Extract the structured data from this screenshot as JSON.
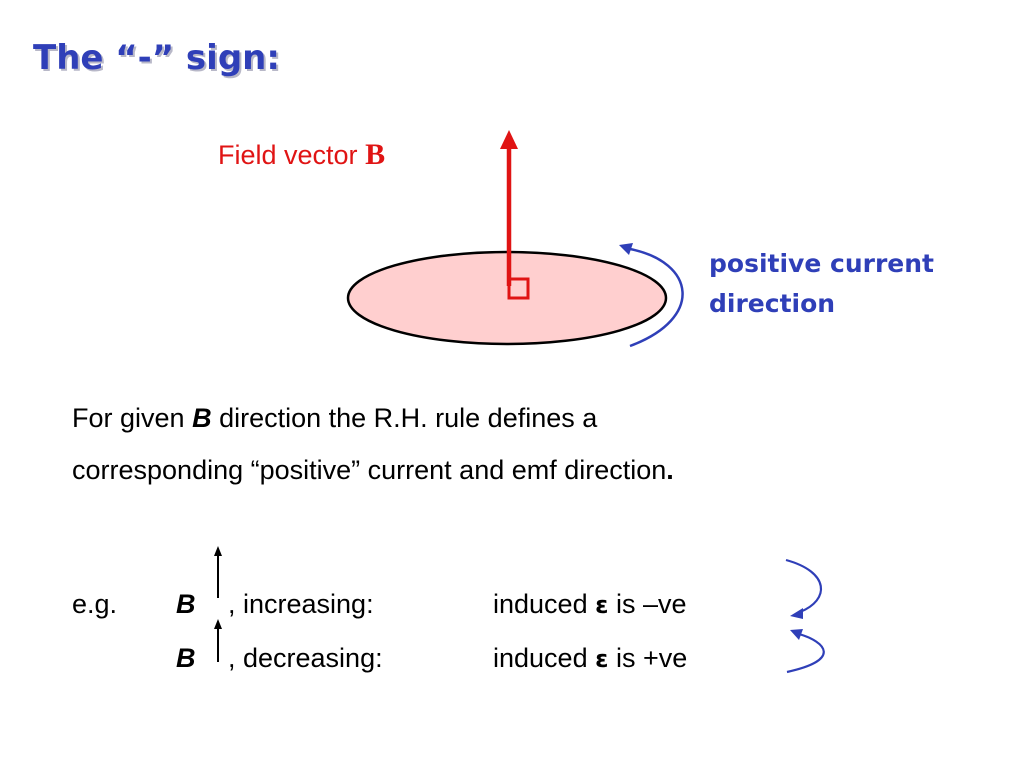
{
  "title": "The “-” sign:",
  "diagram": {
    "field_label_prefix": "Field vector ",
    "field_label_symbol": "B",
    "positive_label_line1": "positive current",
    "positive_label_line2": "direction",
    "colors": {
      "title": "#2f3fb8",
      "field_vector": "#e01414",
      "loop_fill": "#ffcfcf",
      "current_arrow": "#2f3fb8"
    }
  },
  "body": {
    "line1_prefix": "For given ",
    "line1_symbol": "B",
    "line1_suffix": " direction the R.H. rule defines a",
    "line2_text": "corresponding “positive” current and emf direction",
    "line2_end": "."
  },
  "examples": {
    "eg_label": "e.g.",
    "rows": [
      {
        "symbol": "B",
        "condition": ", increasing:",
        "induced_prefix": "induced ",
        "emf_symbol": "ɛ",
        "result": "is –ve"
      },
      {
        "symbol": "B",
        "condition": ", decreasing:",
        "induced_prefix": "induced ",
        "emf_symbol": "ɛ",
        "result": "is +ve"
      }
    ]
  }
}
